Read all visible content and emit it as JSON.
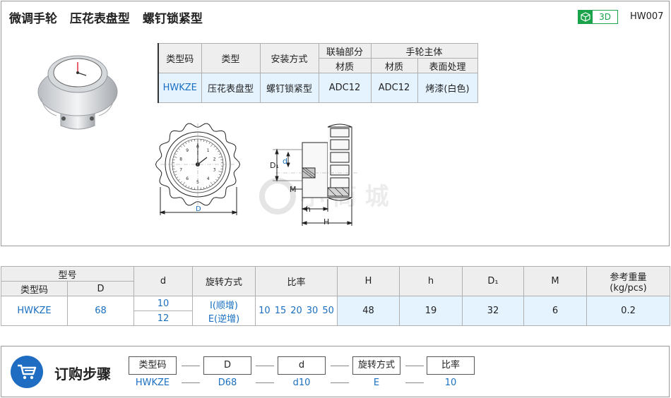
{
  "header": {
    "title_parts": [
      "微调手轮",
      "压花表盘型",
      "螺钉锁紧型"
    ],
    "badge_3d": "3D",
    "product_code": "HW007"
  },
  "spec_table": {
    "headers": {
      "type_code": "类型码",
      "type": "类型",
      "install": "安装方式",
      "shaft_part": "联轴部分",
      "wheel_body": "手轮主体",
      "material": "材质",
      "material2": "材质",
      "surface": "表面处理"
    },
    "row": {
      "type_code": "HWKZE",
      "type": "压花表盘型",
      "install": "螺钉锁紧型",
      "shaft_material": "ADC12",
      "wheel_material": "ADC12",
      "surface": "烤漆(白色)"
    }
  },
  "drawing": {
    "label_D": "D",
    "label_d": "d",
    "label_D1": "D₁",
    "label_M": "M",
    "label_h": "h",
    "label_H": "H",
    "dial_numbers": [
      "1",
      "2",
      "3",
      "4",
      "5",
      "6",
      "7",
      "8",
      "9",
      "0"
    ]
  },
  "param_table": {
    "headers": {
      "model": "型号",
      "type_code": "类型码",
      "D": "D",
      "d": "d",
      "rotation": "旋转方式",
      "ratio": "比率",
      "H": "H",
      "h": "h",
      "D1": "D₁",
      "M": "M",
      "weight_line1": "参考重量",
      "weight_line2": "(kg/pcs)"
    },
    "row": {
      "type_code": "HWKZE",
      "D": "68",
      "d_values": [
        "10",
        "12"
      ],
      "rotation_options": [
        "I(顺增)",
        "E(逆增)"
      ],
      "ratios": [
        "10",
        "15",
        "20",
        "30",
        "50"
      ],
      "H": "48",
      "h": "19",
      "D1": "32",
      "M": "6",
      "weight": "0.2"
    }
  },
  "order": {
    "title": "订购步骤",
    "steps": [
      {
        "label": "类型码",
        "value": "HWKZE"
      },
      {
        "label": "D",
        "value": "D68"
      },
      {
        "label": "d",
        "value": "d10"
      },
      {
        "label": "旋转方式",
        "value": "E"
      },
      {
        "label": "比率",
        "value": "10"
      }
    ]
  }
}
